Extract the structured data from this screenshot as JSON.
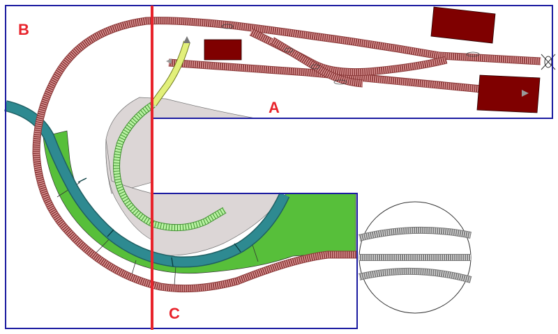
{
  "sections": [
    {
      "id": "A",
      "label": "A"
    },
    {
      "id": "B",
      "label": "B"
    },
    {
      "id": "C",
      "label": "C"
    }
  ],
  "colors": {
    "board_outline": "#1a1aa0",
    "divider": "#e8232b",
    "section_label": "#e8232b",
    "track_main": "#e9a3a3",
    "track_sleeper": "#b55555",
    "track_lower_teal": "#2e8a91",
    "track_yellow": "#e2f07a",
    "track_light_green": "#b8f2a2",
    "terrain_green": "#57bf3a",
    "terrain_grey": "#dcd6d6",
    "building": "#7f0000",
    "turntable_track": "#dadada"
  },
  "icons": [
    "track-joiner-icon",
    "track-end-arrow-icon",
    "buffer-stop-icon"
  ]
}
